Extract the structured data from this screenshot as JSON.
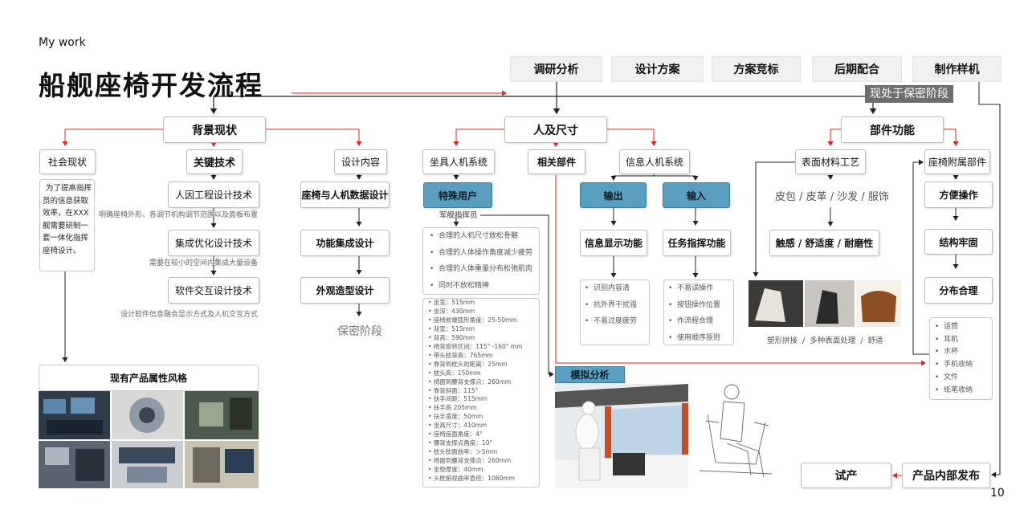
{
  "header": {
    "section": "My work",
    "title": "船舰座椅开发流程",
    "page_number": "10"
  },
  "stages": [
    "调研分析",
    "设计方案",
    "方案竞标",
    "后期配合",
    "制作样机"
  ],
  "status_badge": "现处于保密阶段",
  "main_nodes": {
    "background": "背景现状",
    "human": "人及尺寸",
    "parts": "部件功能"
  },
  "background": {
    "social": {
      "label": "社会现状",
      "text": "为了提高指挥员的信息获取效率，在XXX舰需要研制一套一体化指挥座椅设计。"
    },
    "key_tech": {
      "label": "关键技术",
      "items": [
        {
          "label": "人因工程设计技术",
          "note": "明确座椅外形、各调节机构调节范围以及面板布置"
        },
        {
          "label": "集成优化设计技术",
          "note": "需要在较小的空间内集成大量设备"
        },
        {
          "label": "软件交互设计技术",
          "note": "设计软件信息融合显示方式及人机交互方式"
        }
      ]
    },
    "design_content": {
      "label": "设计内容",
      "items": [
        "座椅与人机数据设计",
        "功能集成设计",
        "外观造型设计"
      ],
      "end": "保密阶段"
    },
    "products": {
      "label": "现有产品属性风格"
    }
  },
  "human": {
    "seat_system": {
      "label": "坐具人机系统",
      "special_user": "特殊用户",
      "user_type": "军舰指挥员",
      "reqs": [
        "合理的人机尺寸放松骨骼",
        "合理的人体操作角度减少疲劳",
        "合理的人体重量分布松弛肌肉",
        "同时不放松精神"
      ],
      "dims": [
        "坐宽：515mm",
        "坐深：430mm",
        "座椅前端弧形角度：25-50mm",
        "背宽：515mm",
        "背高：590mm",
        "椅背旋转区间：115° -160° mm",
        "带头枕背高：765mm",
        "靠背到枕头的距离：25mm",
        "枕头高：150mm",
        "椅面到腰背支撑点：260mm",
        "靠背斜面：115°",
        "扶手间距：515mm",
        "扶手高 205mm",
        "扶手宽度：50mm",
        "坐高尺寸：410mm",
        "座椅座面角度：4°",
        "腰背支撑点角度：10°",
        "枕头枕面曲率：＞5mm",
        "椅面到腰背支撑点：260mm",
        "坐垫厚度：40mm",
        "头枕俯视曲率直径：1060mm"
      ]
    },
    "related": {
      "label": "相关部件"
    },
    "info_system": {
      "label": "信息人机系统",
      "output": "输出",
      "input": "输入",
      "display": "信息显示功能",
      "command": "任务指挥功能",
      "display_items": [
        "识别内容清",
        "抗外界干扰强",
        "不易过度疲劳"
      ],
      "command_items": [
        "不易误操作",
        "按钮操作位置",
        "作流程合理",
        "使用顺序原则"
      ]
    },
    "simulation": "模拟分析"
  },
  "parts": {
    "surface": {
      "label": "表面材料工艺",
      "materials": "皮包 / 皮革 / 沙发 / 服饰",
      "feel": "触感 / 舒适度 / 耐磨性",
      "caption": "塑形拼接  /  多种表面处理  /  舒适"
    },
    "attached": {
      "label": "座椅附属部件",
      "items": [
        "方便操作",
        "结构牢固",
        "分布合理"
      ],
      "list": [
        "话筒",
        "耳机",
        "水杯",
        "手机收纳",
        "文件",
        "纸笔收纳"
      ]
    }
  },
  "outputs": {
    "trial": "试产",
    "release": "产品内部发布"
  },
  "colors": {
    "red": "#e0231c",
    "blue": "#5b9fc0",
    "dark": "#222222"
  }
}
